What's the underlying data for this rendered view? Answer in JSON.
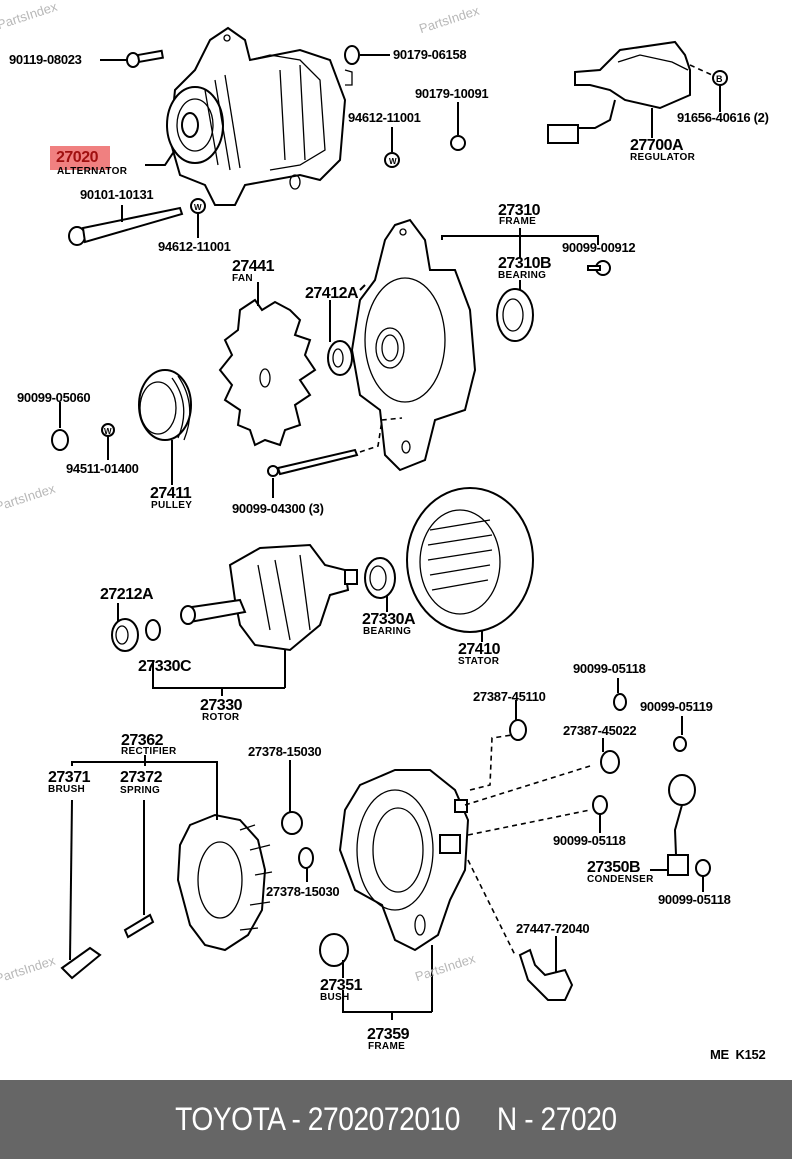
{
  "watermark": "PartsIndex",
  "diagram_code": "ME  K152",
  "highlighted_part": "27020",
  "parts": {
    "alternator": {
      "number": "27020",
      "name": "ALTERNATOR"
    },
    "bolt_90119": {
      "number": "90119-08023"
    },
    "bolt_90101": {
      "number": "90101-10131"
    },
    "washer_94612_a": {
      "number": "94612-11001"
    },
    "washer_94612_b": {
      "number": "94612-11001"
    },
    "nut_90179_06158": {
      "number": "90179-06158"
    },
    "nut_90179_10091": {
      "number": "90179-10091"
    },
    "regulator": {
      "number": "27700A",
      "name": "REGULATOR"
    },
    "screw_91656": {
      "number": "91656-40616 (2)"
    },
    "frame_27310": {
      "number": "27310",
      "name": "FRAME"
    },
    "bearing_27310b": {
      "number": "27310B",
      "name": "BEARING"
    },
    "screw_90099_00912": {
      "number": "90099-00912"
    },
    "fan": {
      "number": "27441",
      "name": "FAN"
    },
    "spacer_27412a": {
      "number": "27412A"
    },
    "nut_90099_05060": {
      "number": "90099-05060"
    },
    "washer_94511": {
      "number": "94511-01400"
    },
    "pulley": {
      "number": "27411",
      "name": "PULLEY"
    },
    "bolt_90099_04300": {
      "number": "90099-04300 (3)"
    },
    "cover_27212a": {
      "number": "27212A"
    },
    "ring_27330c": {
      "number": "27330C"
    },
    "rotor": {
      "number": "27330",
      "name": "ROTOR"
    },
    "bearing_27330a": {
      "number": "27330A",
      "name": "BEARING"
    },
    "stator": {
      "number": "27410",
      "name": "STATOR"
    },
    "terminal_27387_45110": {
      "number": "27387-45110"
    },
    "nut_90099_05118_a": {
      "number": "90099-05118"
    },
    "nut_90099_05119": {
      "number": "90099-05119"
    },
    "terminal_27387_45022": {
      "number": "27387-45022"
    },
    "nut_90099_05118_b": {
      "number": "90099-05118"
    },
    "condenser": {
      "number": "27350B",
      "name": "CONDENSER"
    },
    "nut_90099_05118_c": {
      "number": "90099-05118"
    },
    "rectifier": {
      "number": "27362",
      "name": "RECTIFIER"
    },
    "brush": {
      "number": "27371",
      "name": "BRUSH"
    },
    "spring": {
      "number": "27372",
      "name": "SPRING"
    },
    "insulator_a": {
      "number": "27378-15030"
    },
    "insulator_b": {
      "number": "27378-15030"
    },
    "bush": {
      "number": "27351",
      "name": "BUSH"
    },
    "frame_27359": {
      "number": "27359",
      "name": "FRAME"
    },
    "bracket_27447": {
      "number": "27447-72040"
    }
  },
  "footer": {
    "text": "TOYOTA - 2702072010     N - 27020"
  }
}
